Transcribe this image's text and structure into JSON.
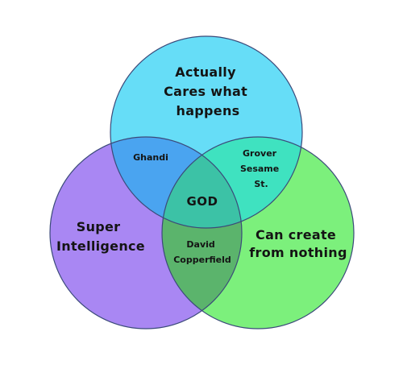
{
  "diagram": {
    "regions": {
      "top": {
        "label_lines": [
          "Actually",
          "Cares what",
          "happens"
        ],
        "fill": "#66ddf7"
      },
      "left": {
        "label_lines": [
          "Super",
          "Intelligence"
        ],
        "fill": "#a987f3"
      },
      "right": {
        "label_lines": [
          "Can create",
          "from nothing"
        ],
        "fill": "#7cf07c"
      }
    },
    "intersections": {
      "top_left": {
        "label_lines": [
          "Ghandi"
        ],
        "fill": "#4aa4f0"
      },
      "top_right": {
        "label_lines": [
          "Grover",
          "Sesame",
          "St."
        ],
        "fill": "#3fe2c0"
      },
      "left_right": {
        "label_lines": [
          "David",
          "Copperfield"
        ],
        "fill": "#5bb46c"
      },
      "center": {
        "label_lines": [
          "GOD"
        ],
        "fill": "#3cc2a6"
      }
    },
    "outline_color": "#3b4a7a"
  }
}
